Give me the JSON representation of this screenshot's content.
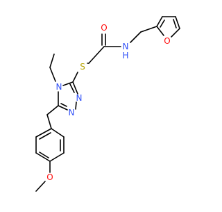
{
  "molecule": {
    "atom_labels": {
      "o_carbonyl": "O",
      "n_amide": "N",
      "h_amide": "H",
      "o_furan": "O",
      "s_thioether": "S",
      "n_triazole_4": "N",
      "n_triazole_2": "N",
      "n_triazole_1": "N",
      "o_methoxy": "O"
    },
    "colors": {
      "bond": "#000000",
      "oxygen": "#ff0d0d",
      "nitrogen": "#3050f8",
      "sulfur": "#b8a300",
      "hydrogen": "#3050f8"
    }
  }
}
